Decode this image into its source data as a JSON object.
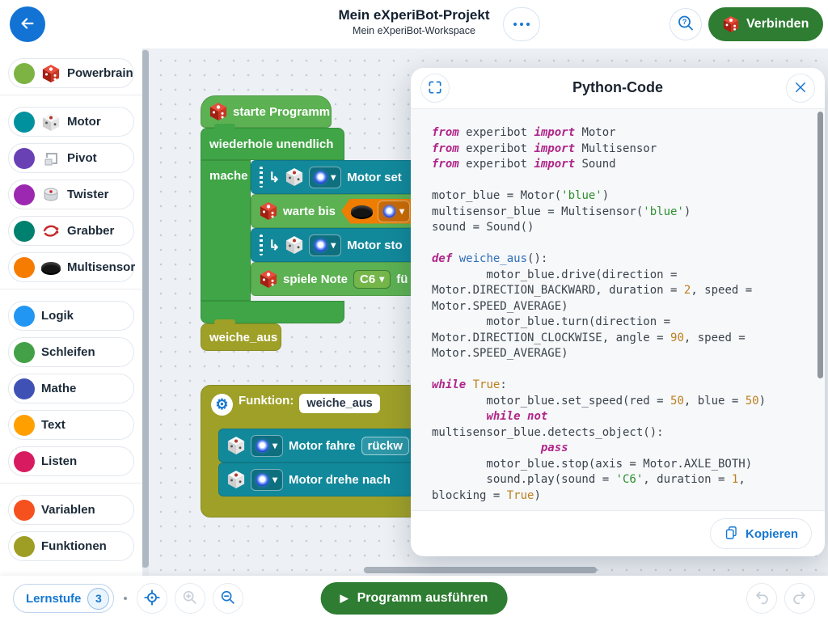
{
  "header": {
    "title": "Mein eXperiBot-Projekt",
    "subtitle": "Mein eXperiBot-Workspace",
    "connect_label": "Verbinden"
  },
  "sidebar": {
    "items": [
      {
        "label": "Powerbrain",
        "color": "#7CB342"
      },
      {
        "label": "Motor",
        "color": "#00919F"
      },
      {
        "label": "Pivot",
        "color": "#6A40B5"
      },
      {
        "label": "Twister",
        "color": "#9C27B0"
      },
      {
        "label": "Grabber",
        "color": "#00806E"
      },
      {
        "label": "Multisensor",
        "color": "#F57C00"
      },
      {
        "label": "Logik",
        "color": "#2196F3"
      },
      {
        "label": "Schleifen",
        "color": "#43A047"
      },
      {
        "label": "Mathe",
        "color": "#3F51B5"
      },
      {
        "label": "Text",
        "color": "#FFA000"
      },
      {
        "label": "Listen",
        "color": "#D81B60"
      },
      {
        "label": "Variablen",
        "color": "#F4511E"
      },
      {
        "label": "Funktionen",
        "color": "#9E9D24"
      }
    ]
  },
  "canvas": {
    "hat_label": "starte Programm",
    "loop_label": "wiederhole unendlich",
    "do_label": "mache",
    "motor_set_label": "Motor set",
    "wait_label": "warte bis",
    "motor_stop_label": "Motor sto",
    "play_note_label": "spiele Note",
    "note_value": "C6",
    "note_suffix": "fü",
    "function_call_label": "weiche_aus",
    "fn_header_label": "Funktion:",
    "fn_name_value": "weiche_aus",
    "drive_label": "Motor fahre",
    "drive_value": "rückw",
    "turn_label": "Motor drehe nach"
  },
  "code_panel": {
    "title": "Python-Code",
    "copy_label": "Kopieren",
    "lines": [
      [
        [
          "k",
          "from"
        ],
        [
          "t",
          " experibot "
        ],
        [
          "k",
          "import"
        ],
        [
          "t",
          " Motor"
        ]
      ],
      [
        [
          "k",
          "from"
        ],
        [
          "t",
          " experibot "
        ],
        [
          "k",
          "import"
        ],
        [
          "t",
          " Multisensor"
        ]
      ],
      [
        [
          "k",
          "from"
        ],
        [
          "t",
          " experibot "
        ],
        [
          "k",
          "import"
        ],
        [
          "t",
          " Sound"
        ]
      ],
      [],
      [
        [
          "t",
          "motor_blue = Motor("
        ],
        [
          "s",
          "'blue'"
        ],
        [
          "t",
          ")"
        ]
      ],
      [
        [
          "t",
          "multisensor_blue = Multisensor("
        ],
        [
          "s",
          "'blue'"
        ],
        [
          "t",
          ")"
        ]
      ],
      [
        [
          "t",
          "sound = Sound()"
        ]
      ],
      [],
      [
        [
          "k",
          "def"
        ],
        [
          "t",
          " "
        ],
        [
          "f",
          "weiche_aus"
        ],
        [
          "t",
          "():"
        ]
      ],
      [
        [
          "t",
          "        motor_blue.drive(direction ="
        ]
      ],
      [
        [
          "t",
          "Motor.DIRECTION_BACKWARD, duration = "
        ],
        [
          "n",
          "2"
        ],
        [
          "t",
          ", speed ="
        ]
      ],
      [
        [
          "t",
          "Motor.SPEED_AVERAGE)"
        ]
      ],
      [
        [
          "t",
          "        motor_blue.turn(direction ="
        ]
      ],
      [
        [
          "t",
          "Motor.DIRECTION_CLOCKWISE, angle = "
        ],
        [
          "n",
          "90"
        ],
        [
          "t",
          ", speed ="
        ]
      ],
      [
        [
          "t",
          "Motor.SPEED_AVERAGE)"
        ]
      ],
      [],
      [
        [
          "k",
          "while"
        ],
        [
          "t",
          " "
        ],
        [
          "n",
          "True"
        ],
        [
          "t",
          ":"
        ]
      ],
      [
        [
          "t",
          "        motor_blue.set_speed(red = "
        ],
        [
          "n",
          "50"
        ],
        [
          "t",
          ", blue = "
        ],
        [
          "n",
          "50"
        ],
        [
          "t",
          ")"
        ]
      ],
      [
        [
          "t",
          "        "
        ],
        [
          "k",
          "while"
        ],
        [
          "t",
          " "
        ],
        [
          "k",
          "not"
        ]
      ],
      [
        [
          "t",
          "multisensor_blue.detects_object():"
        ]
      ],
      [
        [
          "t",
          "                "
        ],
        [
          "k",
          "pass"
        ]
      ],
      [
        [
          "t",
          "        motor_blue.stop(axis = Motor.AXLE_BOTH)"
        ]
      ],
      [
        [
          "t",
          "        sound.play(sound = "
        ],
        [
          "s",
          "'C6'"
        ],
        [
          "t",
          ", duration = "
        ],
        [
          "n",
          "1"
        ],
        [
          "t",
          ","
        ]
      ],
      [
        [
          "t",
          "blocking = "
        ],
        [
          "n",
          "True"
        ],
        [
          "t",
          ")"
        ]
      ]
    ]
  },
  "bottombar": {
    "lernstufe_label": "Lernstufe",
    "lernstufe_value": "3",
    "run_label": "Programm ausführen"
  },
  "icons": {
    "caret": "▾",
    "branch_arrow": "↳",
    "play": "▶",
    "gear": "⚙"
  },
  "colors": {
    "accent_blue": "#1677D2",
    "run_green": "#2E7D32",
    "block_teal": "#12899B",
    "block_green_light": "#5CB152",
    "block_green_dark": "#3FA546",
    "block_olive": "#9FA028",
    "hexagon_orange": "#EF7D00",
    "canvas_bg": "#EDF0F4"
  }
}
